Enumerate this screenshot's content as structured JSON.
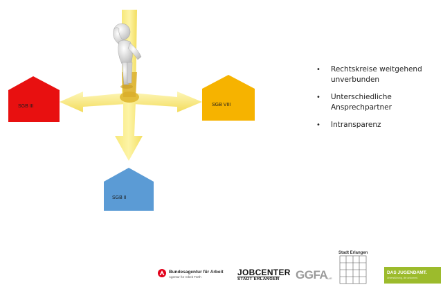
{
  "houses": {
    "left": {
      "label": "SGB III",
      "color": "#e81010"
    },
    "right": {
      "label": "SGB VIII",
      "color": "#f6b300"
    },
    "bottom": {
      "label": "SGB II",
      "color": "#5b9bd5"
    }
  },
  "arrow_color": "#f9eb8c",
  "bullets": [
    "Rechtskreise weitgehend unverbunden",
    "Unterschiedliche Ansprechpartner",
    "Intransparenz"
  ],
  "logos": {
    "ba_name": "Bundesagentur für Arbeit",
    "ba_sub": "Agentur für Arbeit Fürth",
    "jobcenter": "JOBCENTER",
    "jobcenter_sub": "STADT ERLANGEN",
    "ggfa": "GGFA",
    "ggfa_sub": "AöR",
    "stadt_erlangen": "Stadt Erlangen",
    "jugendamt": "DAS JUGENDAMT.",
    "jugendamt_sub": "Unterstützung, die ankommt."
  }
}
